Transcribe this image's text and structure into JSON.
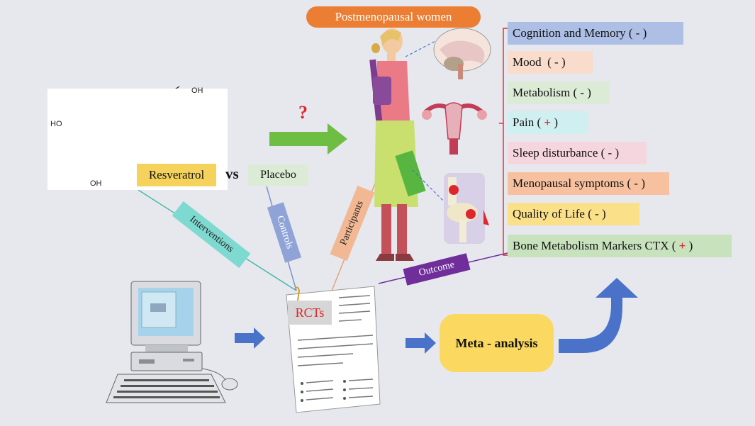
{
  "population": "Postmenopausal women",
  "molecule": {
    "hydroxyl_top": "OH",
    "hydroxyl_left": "HO",
    "hydroxyl_bottom": "OH"
  },
  "intervention": "Resveratrol",
  "vs": "vs",
  "control": "Placebo",
  "question_mark": "?",
  "edge_labels": {
    "interventions": "Interventions",
    "controls": "Controls",
    "participants": "Participants",
    "outcome": "Outcome"
  },
  "outcomes": [
    {
      "label": "Cognition and Memory",
      "effect": "( - )",
      "color": "#aebfe6"
    },
    {
      "label": "Mood",
      "effect": "( - )",
      "color": "#f9dccb"
    },
    {
      "label": "Metabolism",
      "effect": "( - )",
      "color": "#dcebd5"
    },
    {
      "label": "Pain",
      "effect_pre": "( ",
      "effect_sign": "+",
      "effect_post": " )",
      "color": "#cfeff0"
    },
    {
      "label": "Sleep disturbance",
      "effect": "( - )",
      "color": "#f6d6de"
    },
    {
      "label": "Menopausal symptoms",
      "effect": "( - )",
      "color": "#f7c1a0"
    },
    {
      "label": "Quality of Life",
      "effect": "( - )",
      "color": "#fbe08a"
    },
    {
      "label": "Bone Metabolism Markers  CTX",
      "effect_pre": "( ",
      "effect_sign": "+",
      "effect_post": " )",
      "color": "#c7e2bd"
    }
  ],
  "rcts": "RCTs",
  "meta_analysis": "Meta - analysis",
  "colors": {
    "background": "#e6e8ee",
    "arrow_green": "#6fbe44",
    "arrow_blue": "#4a72c8",
    "accent_red": "#e0262d",
    "population_orange": "#ec7e34"
  }
}
